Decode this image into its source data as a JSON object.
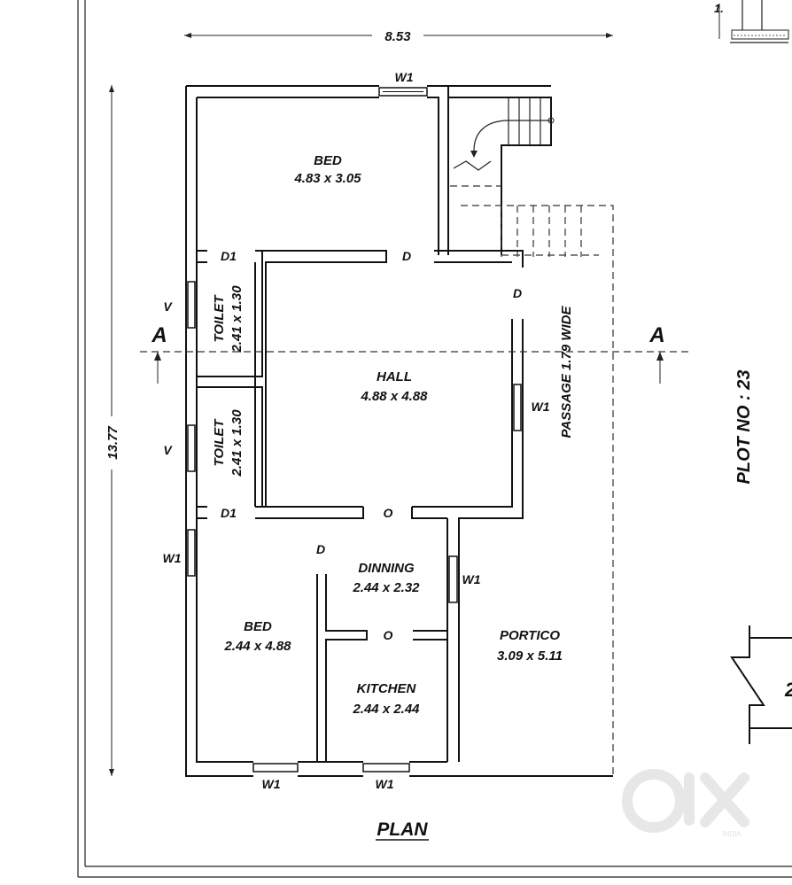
{
  "dimensions": {
    "width": "8.53",
    "height": "13.77",
    "partial_top_right": "1."
  },
  "rooms": {
    "bed_top": {
      "name": "BED",
      "size": "4.83 x 3.05"
    },
    "toilet_1": {
      "name": "TOILET",
      "size": "2.41 x 1.30"
    },
    "toilet_2": {
      "name": "TOILET",
      "size": "2.41 x 1.30"
    },
    "hall": {
      "name": "HALL",
      "size": "4.88 x 4.88"
    },
    "dinning": {
      "name": "DINNING",
      "size": "2.44 x 2.32"
    },
    "bed_bottom": {
      "name": "BED",
      "size": "2.44 x 4.88"
    },
    "kitchen": {
      "name": "KITCHEN",
      "size": "2.44 x 2.44"
    },
    "portico": {
      "name": "PORTICO",
      "size": "3.09 x 5.11"
    }
  },
  "openings": {
    "w1": "W1",
    "d1": "D1",
    "d": "D",
    "o": "O",
    "v": "V"
  },
  "passage": "PASSAGE 1.79 WIDE",
  "section": "A",
  "plot": "PLOT NO : 23",
  "title": "PLAN",
  "partial_right": "2",
  "watermark": {
    "logo": "olx",
    "sub": "INDIA"
  }
}
